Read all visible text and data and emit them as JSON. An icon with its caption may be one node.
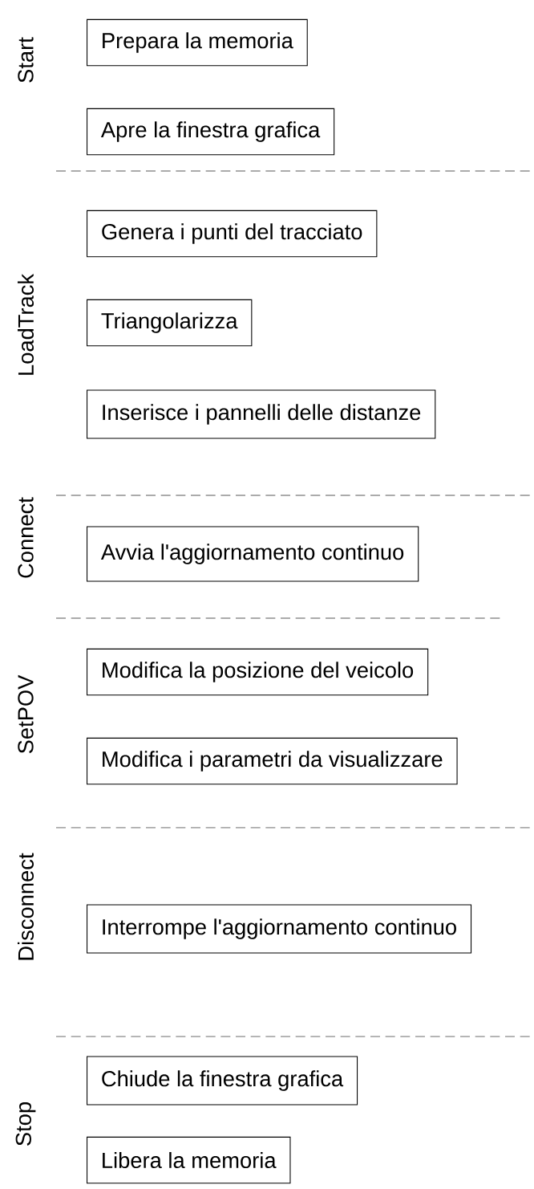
{
  "diagram": {
    "nodes": [
      {
        "text": [
          "Prepara la memoria"
        ]
      },
      {
        "text": [
          "Apre la finestra grafica"
        ]
      },
      {
        "text": [
          "Genera i punti del tracciato"
        ]
      },
      {
        "text": [
          "Triangolarizza"
        ]
      },
      {
        "text": [
          "Inserisce i pannelli delle distanze"
        ]
      },
      {
        "text": [
          "Avvia l'aggiornamento continuo"
        ]
      },
      {
        "text": [
          "Modifica la posizione del veicolo"
        ]
      },
      {
        "text": [
          "Modifica i parametri da visualizzare"
        ]
      },
      {
        "text": [
          "Interrompe l'aggiornamento continuo"
        ]
      },
      {
        "text": [
          "Chiude la finestra grafica"
        ]
      },
      {
        "text": [
          "Libera la memoria"
        ]
      }
    ],
    "labels": [
      "Start",
      "LoadTrack",
      "Connect",
      "SetPOV",
      "Disconnect",
      "Stop"
    ]
  }
}
